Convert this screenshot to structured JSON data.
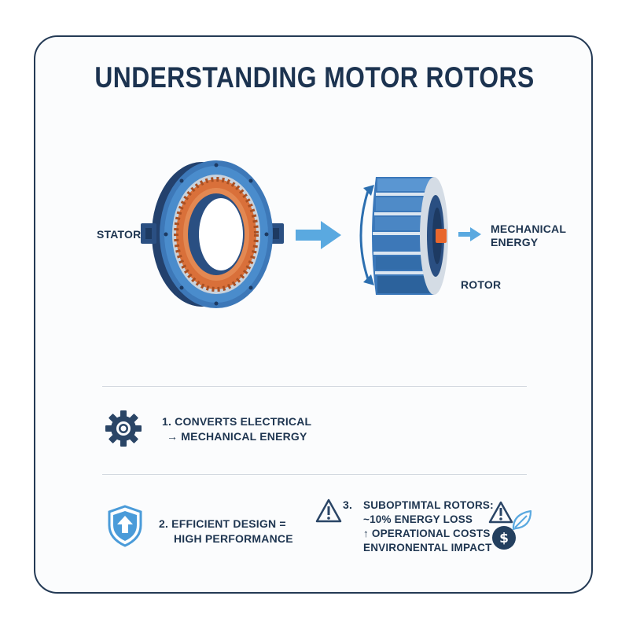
{
  "title": "UNDERSTANDING MOTOR ROTORS",
  "diagram": {
    "stator_label": "STATOR",
    "rotor_label": "ROTOR",
    "output_label_line1": "MECHANICAL",
    "output_label_line2": "ENERGY"
  },
  "features": [
    {
      "number": "1.",
      "line1": "CONVERTS ELECTRICAL",
      "line2": "→ MECHANICAL ENERGY",
      "icon": "gear-icon"
    },
    {
      "number": "2.",
      "line1": "EFFICIENT DESIGN =",
      "line2": "HIGH PERFORMANCE",
      "icon": "shield-arrow-icon"
    },
    {
      "number": "3.",
      "line1": "SUBOPTIMTAL ROTORS:",
      "line2": "~10% ENERGY LOSS",
      "line3": "↑ OPERATIONAL COSTS &",
      "line4": "ENVIRONENTAL IMPACT",
      "icon": "warning-icon",
      "side_icons": [
        "warning-icon",
        "leaf-icon",
        "dollar-coin-icon"
      ]
    }
  ],
  "colors": {
    "navy": "#1e3550",
    "stator_blue": "#3d6fa8",
    "stator_dark": "#2a4f82",
    "light_blue": "#5aa9e0",
    "copper": "#d9703a",
    "orange": "#e8672d"
  }
}
